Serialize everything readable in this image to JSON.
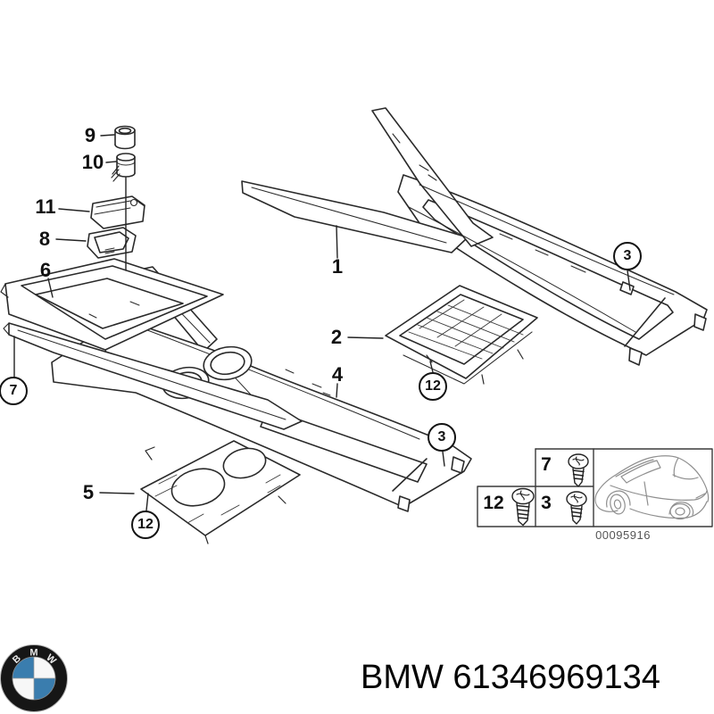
{
  "diagram": {
    "callouts": {
      "n1": "1",
      "n2": "2",
      "n4": "4",
      "n5": "5",
      "n6": "6",
      "n8": "8",
      "n9": "9",
      "n10": "10",
      "n11": "11",
      "n7_circled": "7",
      "n3_upper_circled": "3",
      "n3_lower_circled": "3",
      "n12_upper_circled": "12",
      "n12_lower_circled": "12"
    },
    "legend": {
      "screw7_label": "7",
      "screw3_label": "3",
      "screw12_label": "12",
      "image_code": "00095916",
      "icons": {
        "screw": "tapping-screw-icon",
        "car": "car-silhouette-icon"
      }
    }
  },
  "footer": {
    "part_text": "BMW 61346969134",
    "logo": {
      "name": "bmw-roundel-icon",
      "letters": [
        "B",
        "M",
        "W"
      ]
    }
  },
  "colors": {
    "background": "#ffffff",
    "line_art": "#2a2a2a",
    "leader": "#222222",
    "inset_border": "#3a3a3a",
    "car_outline": "#8f8f8f",
    "code_text": "#555555",
    "callout_text": "#111111",
    "footer_text": "#030303",
    "bmw_blue": "#3a7dae"
  }
}
